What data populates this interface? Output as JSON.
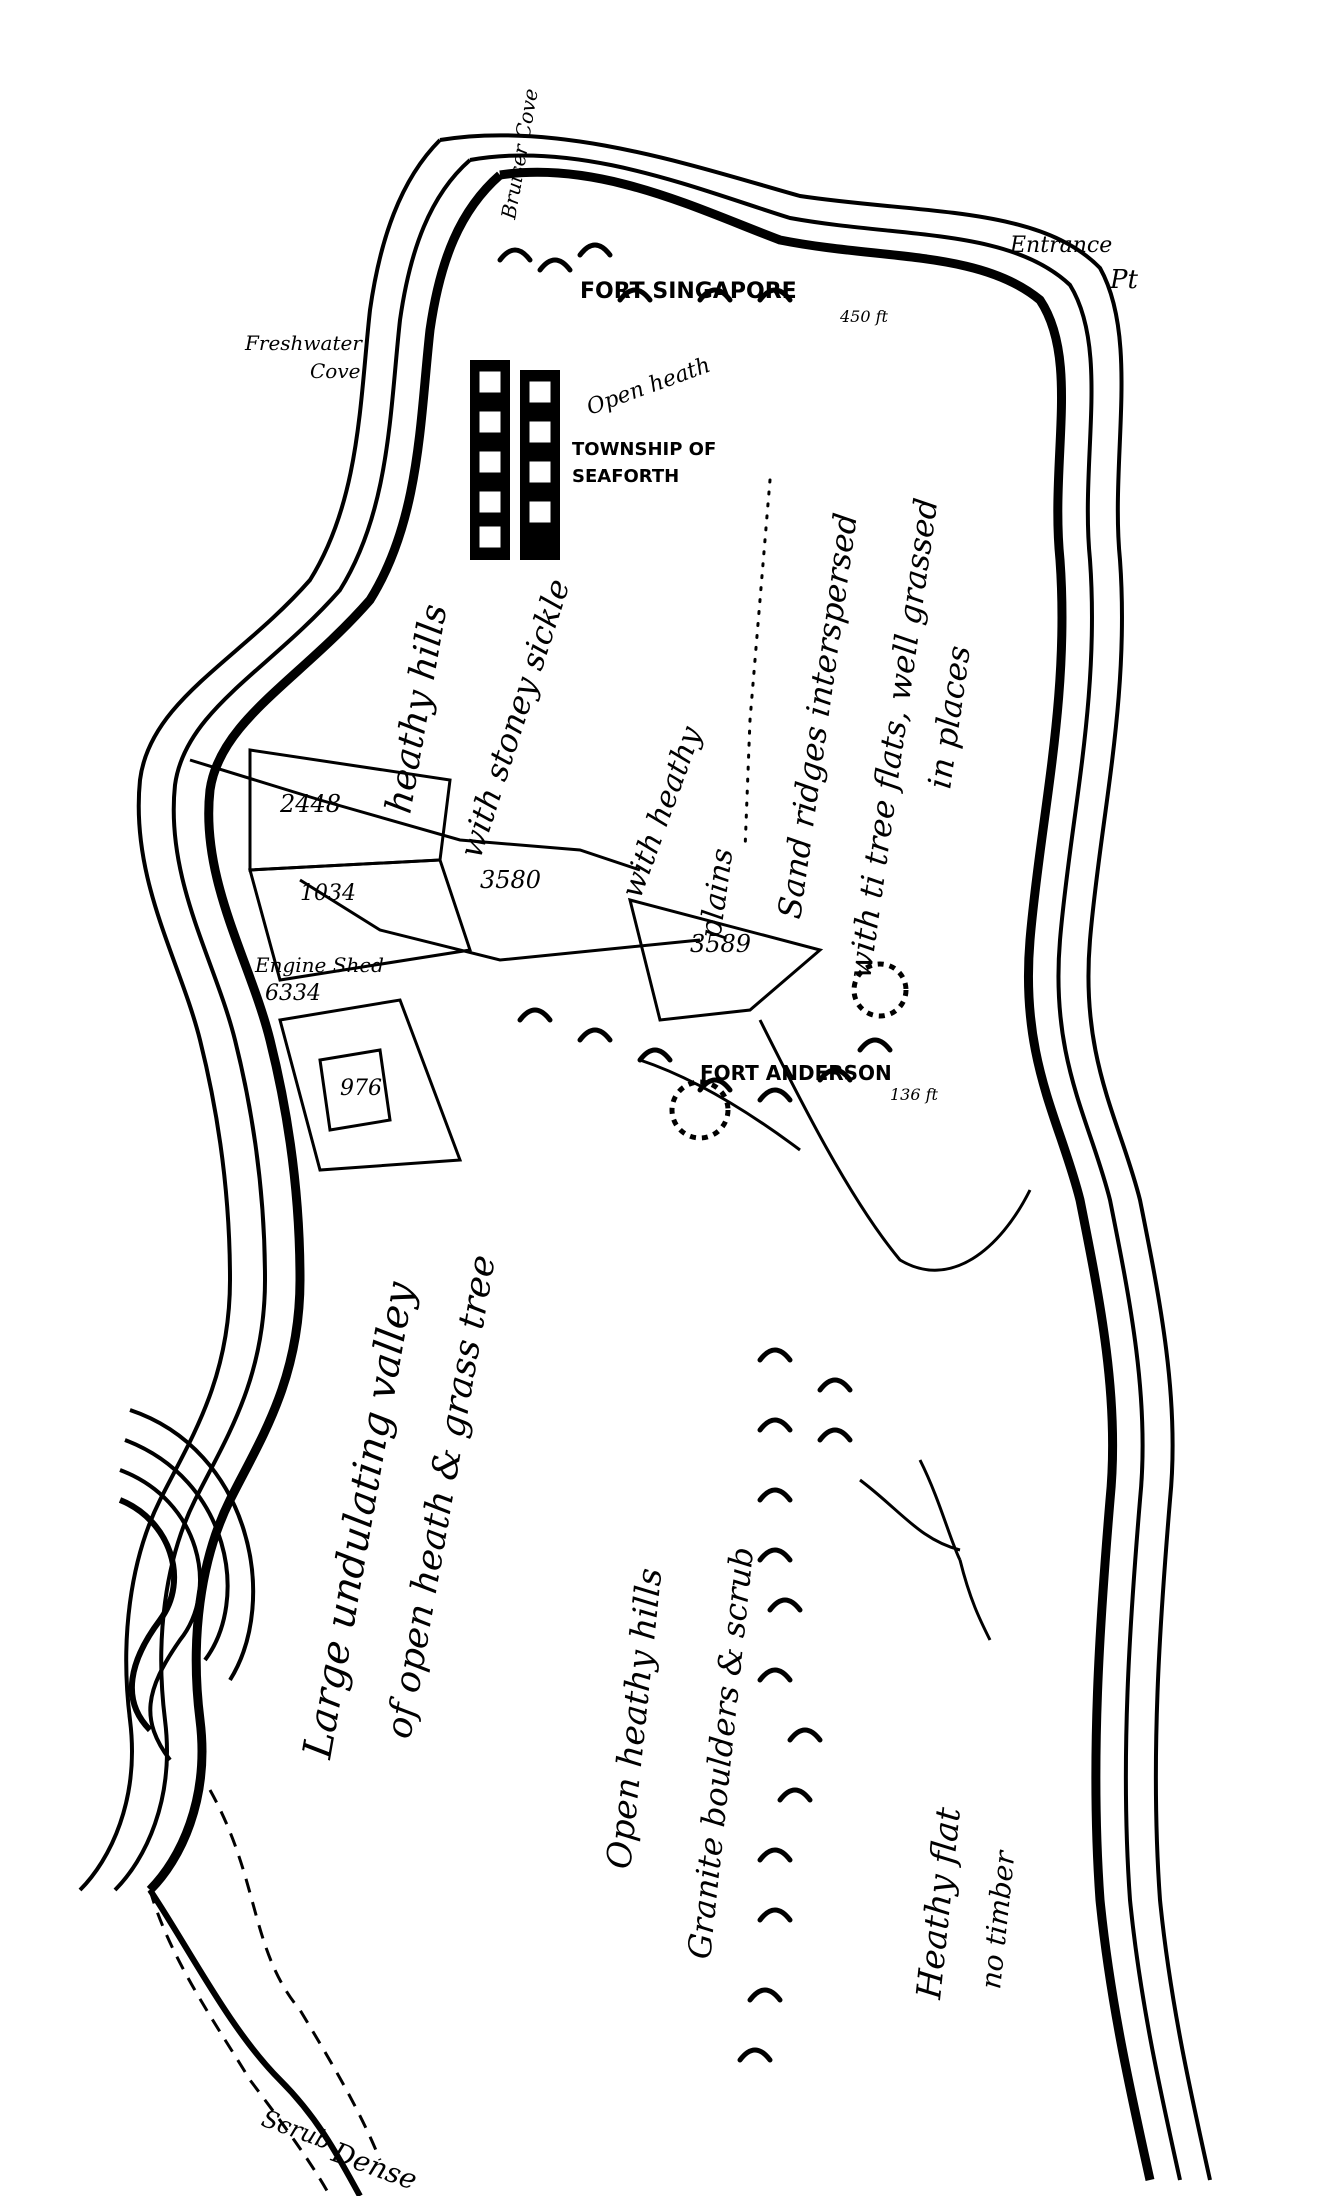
{
  "map": {
    "labels": {
      "cove_top": "Bruiser Cove",
      "entrance_point": "Entrance",
      "entrance_pt_abbrev": "Pt",
      "fort_top": "FORT SINGAPORE",
      "height_top": "450 ft",
      "freshwater_cove_1": "Freshwater",
      "freshwater_cove_2": "Cove",
      "open_heath": "Open heath",
      "township_1": "TOWNSHIP OF",
      "township_2": "SEAFORTH",
      "heathy_hills": "heathy hills",
      "stoney_sickle": "with stoney sickle",
      "sand_ridges": "Sand ridges interspersed",
      "flats": "with ti tree flats, well grassed",
      "places": "in places",
      "heathy_flat_plains": "with heathy",
      "plains": "plains",
      "lot_2448": "2448",
      "lot_1034": "1034",
      "lot_3580": "3580",
      "lot_3589": "3589",
      "engine_lot": "Engine Shed",
      "lot_6334": "6334",
      "lot_976": "976",
      "fort_mid": "FORT ANDERSON",
      "height_mid": "136 ft",
      "valley_1": "Large undulating valley",
      "valley_2": "of open heath & grass tree",
      "open_hills": "Open heathy hills",
      "granite": "Granite boulders & scrub",
      "heathy_flat": "Heathy flat",
      "no_timber": "no timber",
      "dense": "Dense",
      "scrub": "Scrub"
    }
  }
}
